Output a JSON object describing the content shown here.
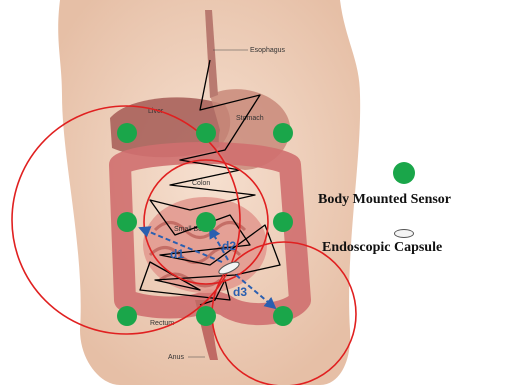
{
  "organs": {
    "esophagus": "Esophagus",
    "liver": "Liver",
    "stomach": "Stomach",
    "colon": "Colon",
    "small_bowel": "Small Bowel",
    "rectum": "Rectum",
    "anus": "Anus"
  },
  "distances": {
    "d1": "d1",
    "d2": "d2",
    "d3": "d3"
  },
  "legend": {
    "sensor_label": "Body Mounted Sensor",
    "capsule_label": "Endoscopic Capsule"
  },
  "sensor_count": 9,
  "colors": {
    "sensor": "#1aa64a",
    "range_circle": "#e02020",
    "distance_arrow": "#2a5fb0",
    "path": "#000000",
    "skin": "#f2d5c2",
    "intestine": "#d97c7c"
  }
}
